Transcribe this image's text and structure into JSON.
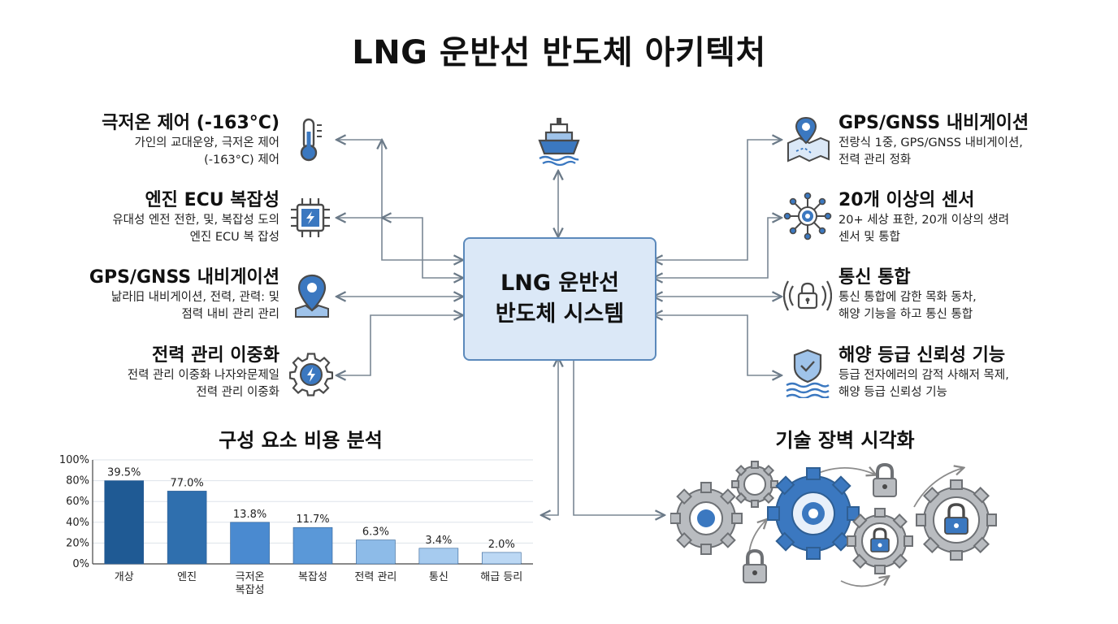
{
  "title": "LNG 운반선 반도체 아키텍처",
  "center": {
    "line1": "LNG 운반선",
    "line2": "반도체 시스템"
  },
  "left_features": [
    {
      "title": "극저온 제어 (-163°C)",
      "desc1": "가인의 교대운양, 극저온 제어",
      "desc2": "(-163°C) 제어",
      "icon": "thermometer-icon"
    },
    {
      "title": "엔진 ECU 복잡성",
      "desc1": "유대성 엔전 전한, 및, 복잡성 도의",
      "desc2": "엔진 ECU 복 잡성",
      "icon": "chip-icon"
    },
    {
      "title": "GPS/GNSS 내비게이션",
      "desc1": "낢라旧 내비게이션, 전력, 관력: 및",
      "desc2": "점력 내비 관리 관리",
      "icon": "location-pin-icon"
    },
    {
      "title": "전력 관리 이중화",
      "desc1": "전력 관리 이중화 나자와문제일",
      "desc2": "전력 관리 이중화",
      "icon": "power-gear-icon"
    }
  ],
  "right_features": [
    {
      "title": "GPS/GNSS 내비게이션",
      "desc1": "전랑식 1중, GPS/GNSS 내비게이션,",
      "desc2": "전력 관리 정화",
      "icon": "map-pin-icon"
    },
    {
      "title": "20개 이상의 센서",
      "desc1": "20+ 세상 표한, 20개 이상의 생려",
      "desc2": "센서 및 통합",
      "icon": "sensor-hub-icon"
    },
    {
      "title": "통신 통합",
      "desc1": "통신 통합에 감한 목화 동차,",
      "desc2": "해양 기능을 하고 통신 통합",
      "icon": "secure-signal-icon"
    },
    {
      "title": "해양 등급 신뢰성 기능",
      "desc1": "등급 전자에러의 감적 사해저 목제,",
      "desc2": "해양 등급 신뢰성 기능",
      "icon": "shield-waves-icon"
    }
  ],
  "cost_section": {
    "title": "구성 요소 비용 분석"
  },
  "barrier_section": {
    "title": "기술 장벽 시각화"
  },
  "chart_data": {
    "type": "bar",
    "categories": [
      "개상",
      "엔진",
      "극저온\n복잡성",
      "복잡성",
      "전력 관리",
      "통신",
      "해급 등리"
    ],
    "values": [
      80,
      70,
      40,
      35,
      23,
      15,
      11
    ],
    "data_labels": [
      "39.5%",
      "77.0%",
      "13.8%",
      "11.7%",
      "6.3%",
      "3.4%",
      "2.0%"
    ],
    "yticks": [
      "0%",
      "20%",
      "40%",
      "60%",
      "80%",
      "100%"
    ],
    "ylim": [
      0,
      100
    ],
    "colors": [
      "#1f5a94",
      "#2f6fae",
      "#4a8ad0",
      "#5a98d8",
      "#8dbbe8",
      "#a6cbef",
      "#bcd8f4"
    ],
    "grid": true
  },
  "colors": {
    "accent": "#3b78c0",
    "stroke": "#4a4a4a",
    "line": "#6b7a88",
    "box_fill": "#dbe8f7"
  },
  "ship_icon": "ship-icon",
  "gears_icon": "gears-locks-icon"
}
